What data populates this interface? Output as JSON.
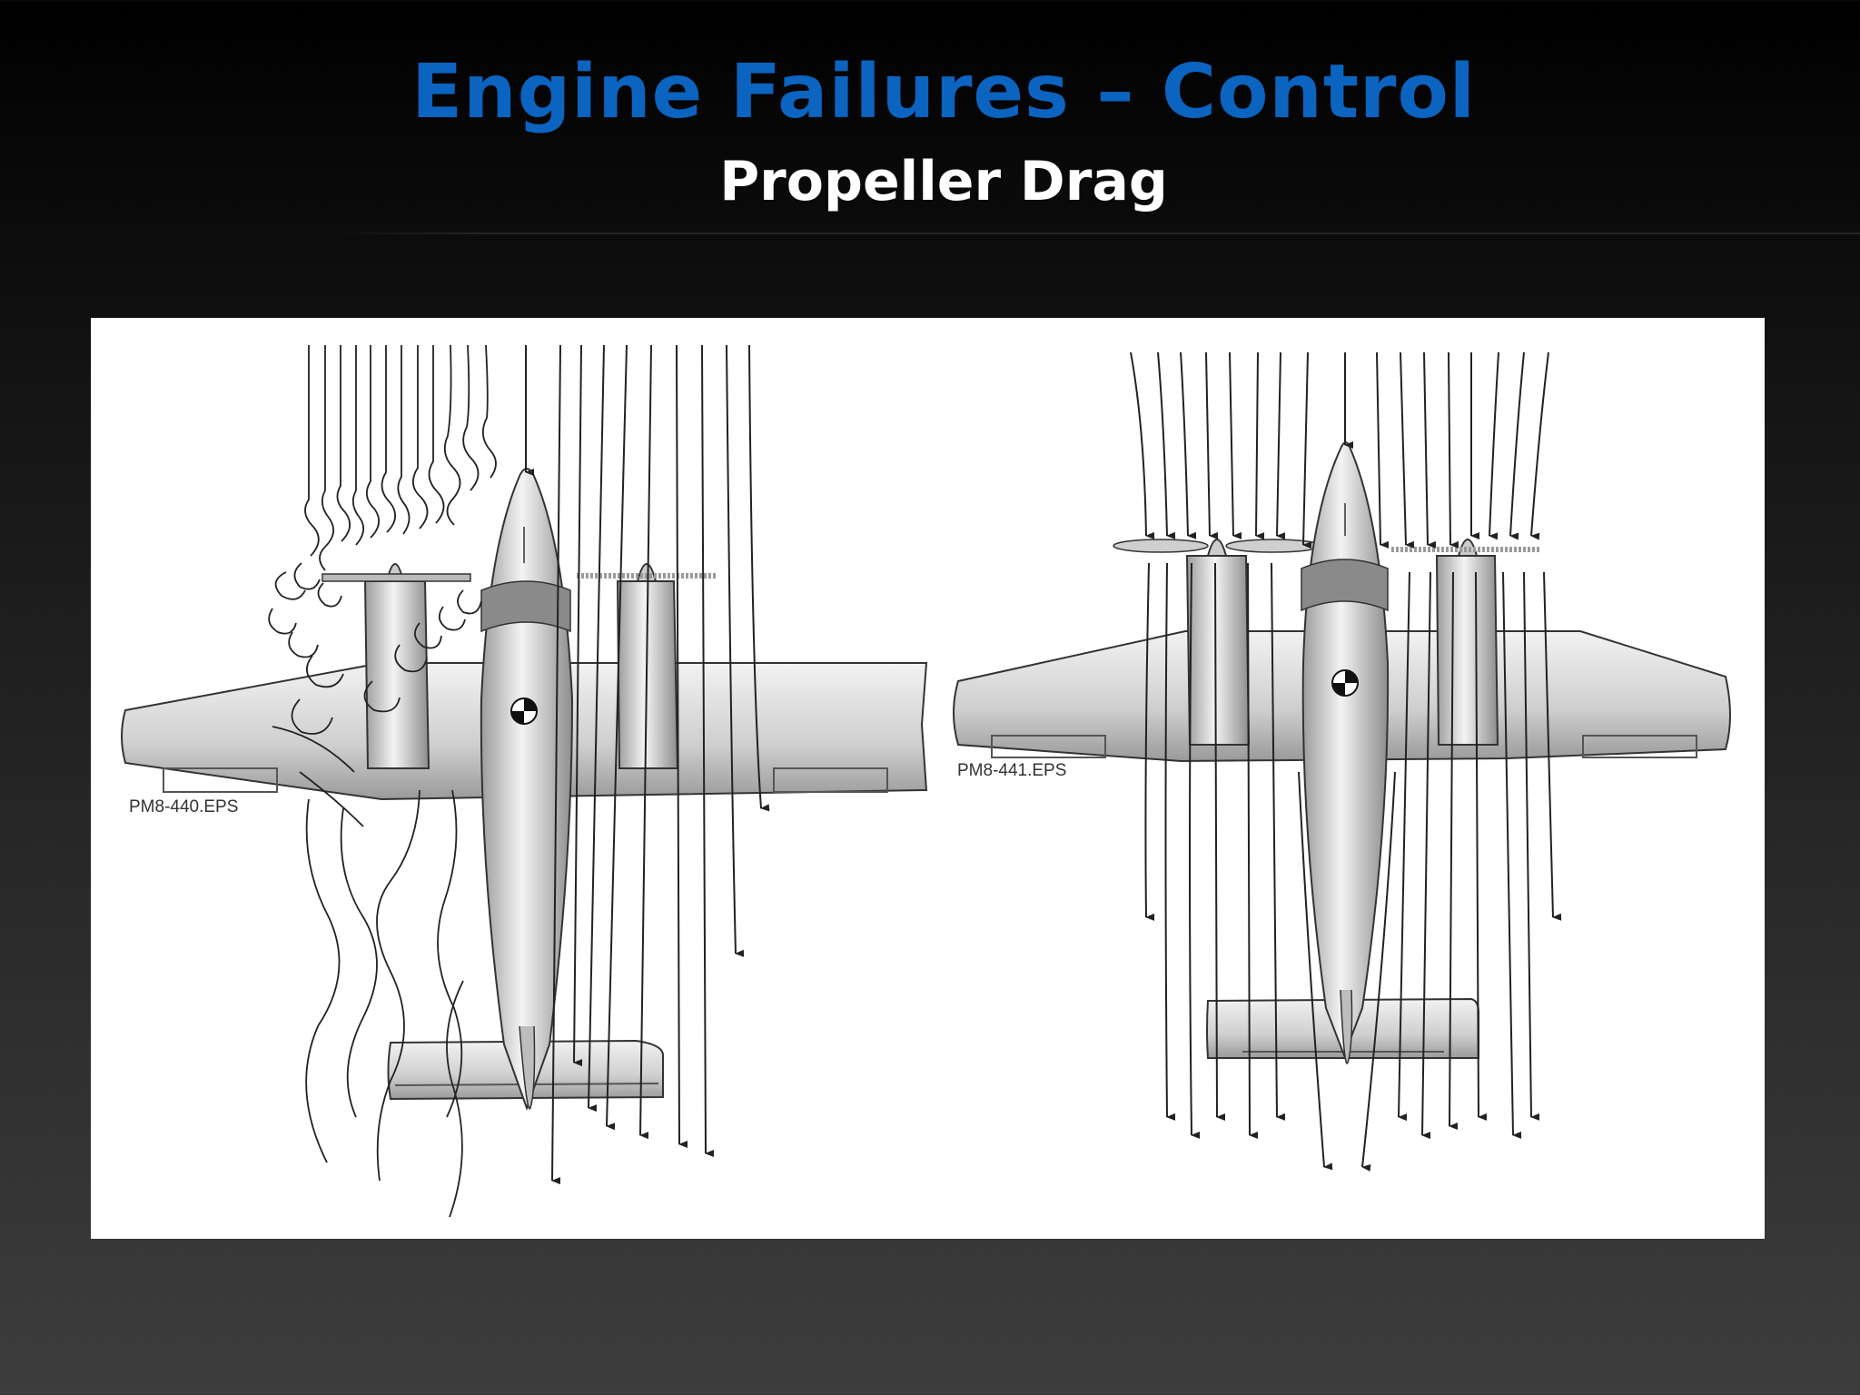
{
  "slide": {
    "title": "Engine Failures – Control",
    "subtitle": "Propeller Drag"
  },
  "figure": {
    "left_panel_label": "PM8-440.EPS",
    "right_panel_label": "PM8-441.EPS"
  },
  "colors": {
    "title": "#0b64c0",
    "subtitle": "#ffffff",
    "figure_background": "#ffffff"
  }
}
